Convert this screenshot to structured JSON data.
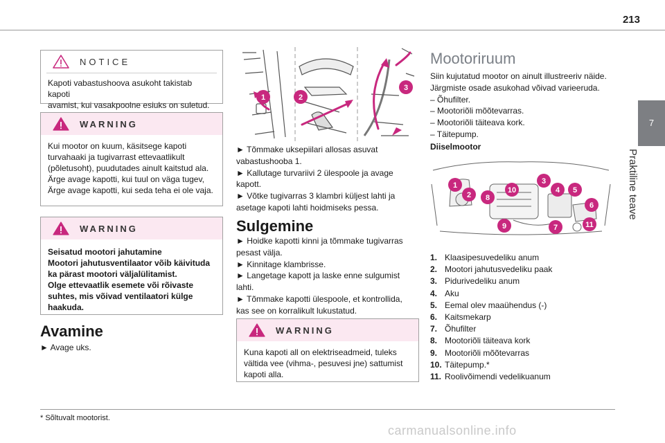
{
  "page_number": "213",
  "chapter": {
    "number": "7",
    "title": "Praktiline teave"
  },
  "notice": {
    "label": "NOTICE",
    "lines": [
      "Kapoti vabastushoova asukoht takistab kapoti",
      "avamist, kui vasakpoolne esiuks on suletud."
    ]
  },
  "warning1": {
    "label": "WARNING",
    "lines": [
      "Kui mootor on kuum, käsitsege kapoti",
      "turvahaaki ja tugivarrast ettevaatlikult",
      "(põletusoht), puudutades ainult kaitstud ala.",
      "Ärge avage kapotti, kui tuul on väga tugev,",
      "Ärge avage kapotti, kui seda teha ei ole vaja."
    ]
  },
  "warning2": {
    "label": "WARNING",
    "lines": [
      "Seisatud mootori jahutamine",
      "Mootori jahutusventilaator võib käivituda",
      "ka pärast mootori väljalülitamist.",
      "Olge ettevaatlik esemete või rõivaste",
      "suhtes, mis võivad ventilaatori külge",
      "haakuda."
    ]
  },
  "opening": {
    "title": "Avamine",
    "steps": [
      "Avage uks."
    ]
  },
  "opening_steps": [
    [
      "Tõmmake uksepiilari allosas asuvat",
      "vabastushooba 1."
    ],
    [
      "Kallutage turvariivi 2 ülespoole ja avage",
      "kapott."
    ],
    [
      "Võtke tugivarras 3 klambri küljest lahti ja",
      "asetage kapoti lahti hoidmiseks pessa."
    ]
  ],
  "closing": {
    "title": "Sulgemine",
    "steps": [
      [
        "Hoidke kapotti kinni ja tõmmake tugivarras",
        "pesast välja."
      ],
      [
        "Kinnitage klambrisse."
      ],
      [
        "Langetage kapott ja laske enne sulgumist",
        "lahti."
      ],
      [
        "Tõmmake kapotti ülespoole, et kontrollida,",
        "kas see on korralikult lukustatud."
      ]
    ]
  },
  "warning3": {
    "label": "WARNING",
    "lines": [
      "Kuna kapoti all on elektriseadmeid, tuleks",
      "vältida vee (vihma-, pesuvesi jne) sattumist",
      "kapoti alla."
    ]
  },
  "engine": {
    "title": "Mootoriruum",
    "intro": [
      "Siin kujutatud mootor on ainult illustreeriv näide.",
      "Järgmiste osade asukohad võivad varieeruda."
    ],
    "variable": [
      "– Õhufilter.",
      "– Mootoriõli mõõtevarras.",
      "– Mootoriõli täiteava kork.",
      "– Täitepump."
    ],
    "subtitle": "Diiselmootor",
    "legend": [
      {
        "n": "1.",
        "text": "Klaasipesuvedeliku anum"
      },
      {
        "n": "2.",
        "text": "Mootori jahutusvedeliku paak"
      },
      {
        "n": "3.",
        "text": "Pidurivedeliku anum"
      },
      {
        "n": "4.",
        "text": "Aku"
      },
      {
        "n": "5.",
        "text": "Eemal olev maaühendus (-)"
      },
      {
        "n": "6.",
        "text": "Kaitsmekarp"
      },
      {
        "n": "7.",
        "text": "Õhufilter"
      },
      {
        "n": "8.",
        "text": "Mootoriõli täiteava kork"
      },
      {
        "n": "9.",
        "text": "Mootoriõli mõõtevarras"
      },
      {
        "n": "10.",
        "text": "Täitepump.*"
      },
      {
        "n": "11.",
        "text": "Roolivõimendi vedelikuanum"
      }
    ]
  },
  "hood_callouts": [
    "1",
    "2",
    "3"
  ],
  "engine_callouts": [
    "1",
    "2",
    "3",
    "4",
    "5",
    "6",
    "7",
    "8",
    "9",
    "10",
    "11"
  ],
  "footnote": "* Sõltuvalt mootorist.",
  "watermark": "carmanualsonline.info",
  "colors": {
    "accent": "#c8287e",
    "tab": "#7d7f83",
    "warning_header": "#fbe8f1"
  }
}
